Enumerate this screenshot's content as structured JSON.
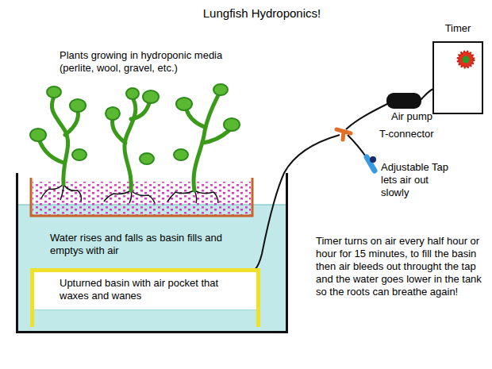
{
  "diagram": {
    "title": "Lungfish Hydroponics!",
    "nodes": [
      {
        "text": [
          "Water rises and falls as basin fills and emptys with air"
        ]
      },
      {
        "text": [
          "Upturned basin with air pocket that waxes and wanes"
        ],
        "in": 0
      },
      {
        "text": [
          "Timer"
        ]
      }
    ],
    "labels": [
      "Plants growing in hydroponic media (perlite, wool, gravel, etc.)",
      "Air pump",
      "T-connector",
      "Adjustable Tap lets air out slowly",
      "Timer turns on air every half hour or hour for 15 minutes, to fill the basin then air bleeds out throught the tap and the water goes lower in the tank so the roots can breathe again!"
    ]
  }
}
